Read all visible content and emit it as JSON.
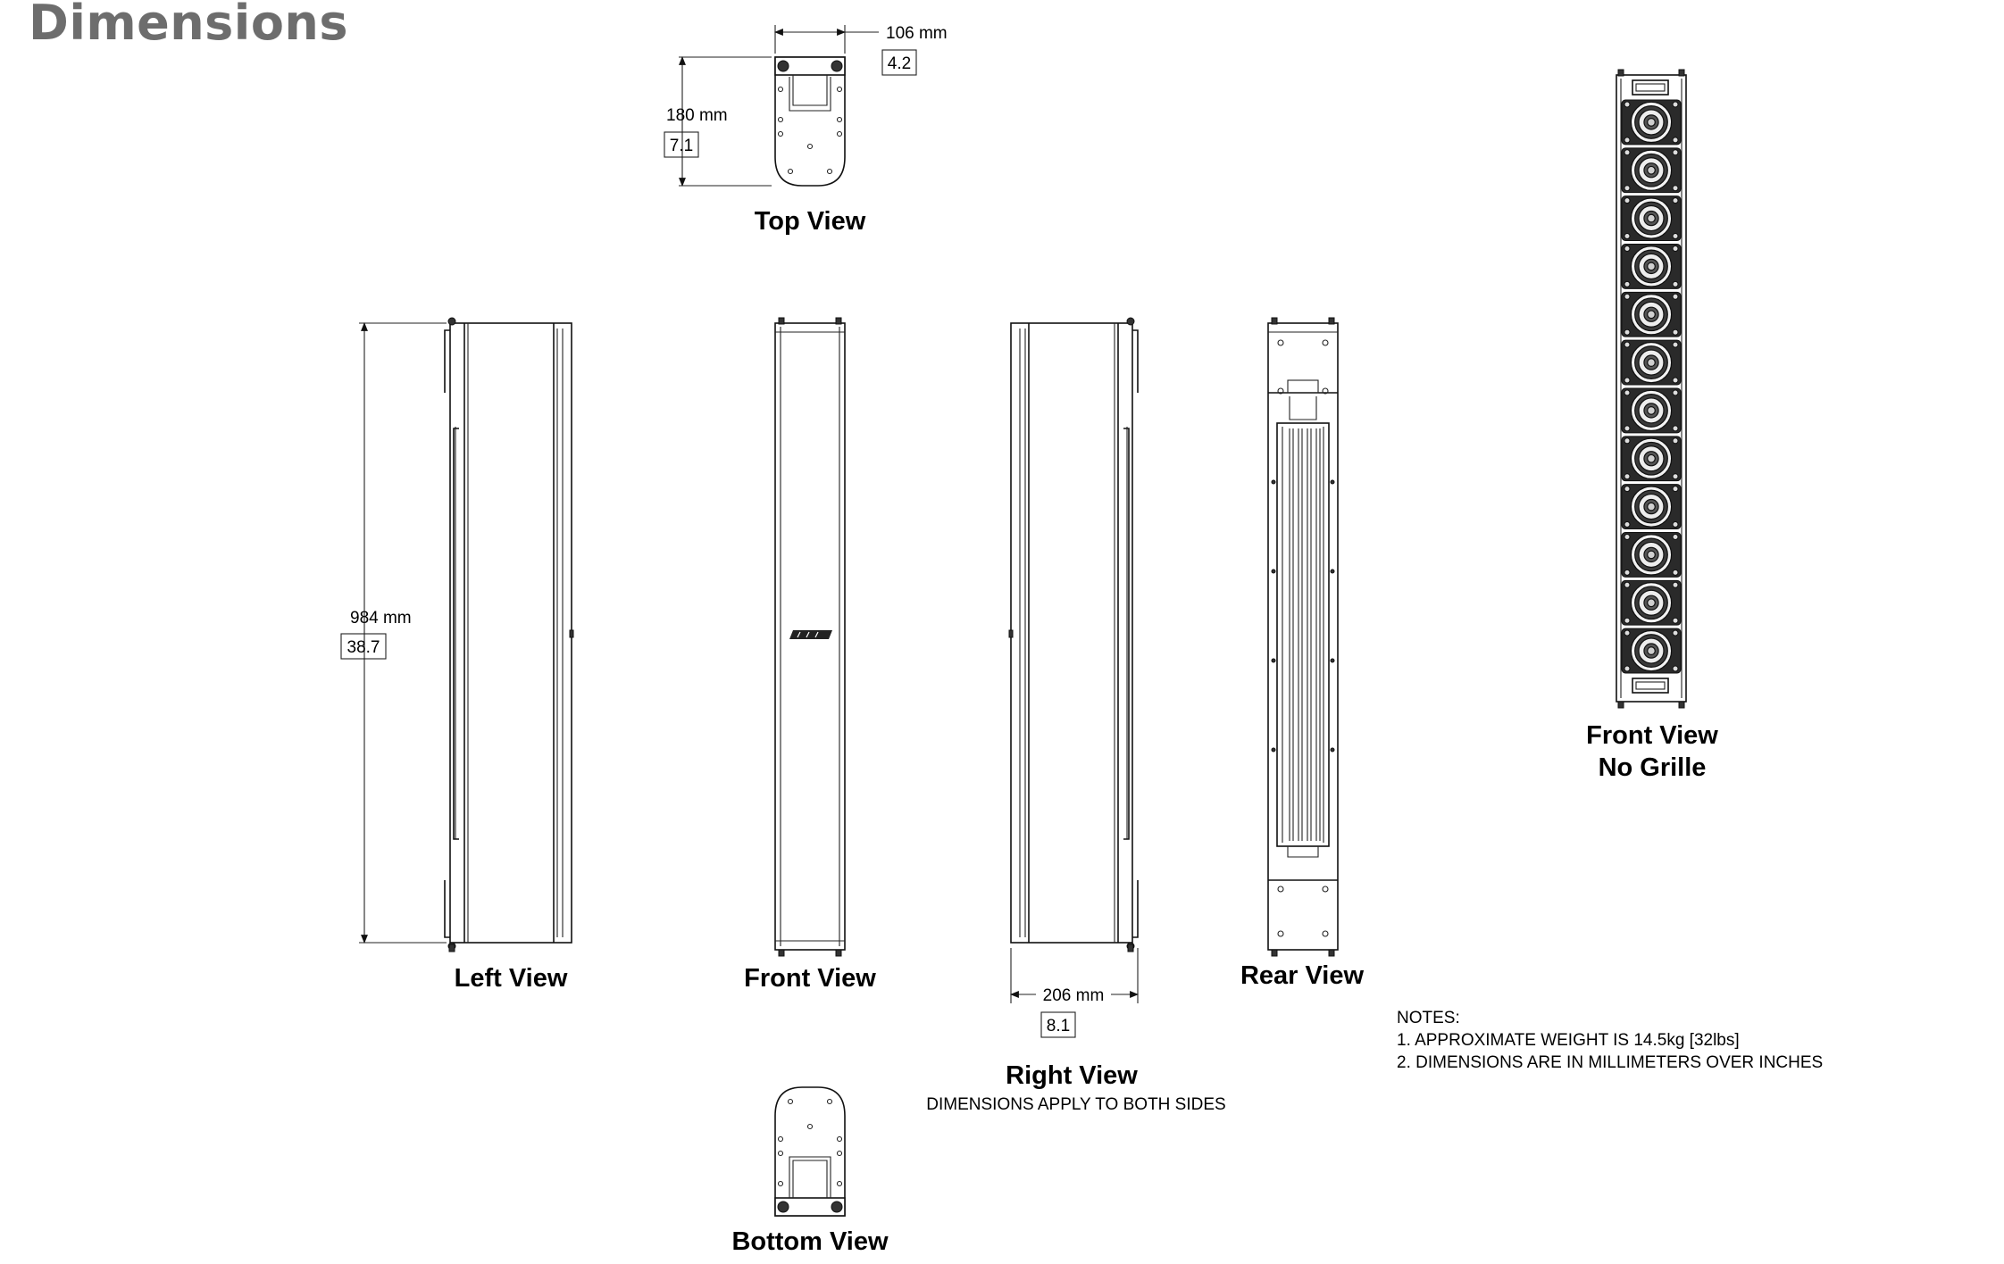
{
  "title": "Dimensions",
  "views": {
    "top": "Top View",
    "left": "Left View",
    "front": "Front View",
    "right": "Right View",
    "right_sub": "DIMENSIONS APPLY TO BOTH SIDES",
    "rear": "Rear View",
    "front_no_grille_1": "Front View",
    "front_no_grille_2": "No Grille",
    "bottom": "Bottom View"
  },
  "dimensions": {
    "width_mm": "106 mm",
    "width_in": "4.2",
    "depth_mm": "180 mm",
    "depth_in": "7.1",
    "height_mm": "984  mm",
    "height_in": "38.7",
    "side_mm": "206 mm",
    "side_in": "8.1"
  },
  "notes": {
    "heading": "NOTES:",
    "items": [
      "1. APPROXIMATE WEIGHT IS 14.5kg [32lbs]",
      "2. DIMENSIONS ARE IN MILLIMETERS OVER INCHES"
    ]
  },
  "driver_count": 12
}
